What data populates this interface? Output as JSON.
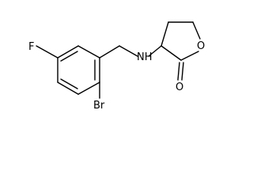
{
  "molecule": {
    "atoms": {
      "fluorine": "F",
      "bromine": "Br",
      "amine": "NH",
      "ring_oxygen": "O",
      "carbonyl_oxygen": "O"
    }
  }
}
